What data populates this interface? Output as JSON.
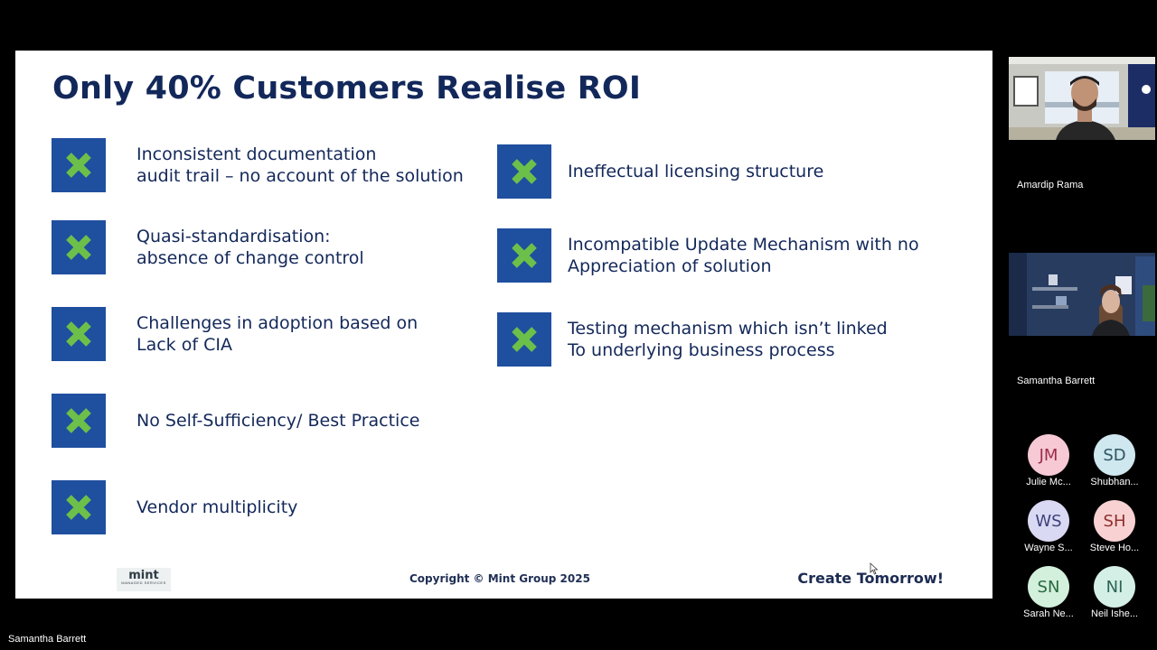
{
  "slide": {
    "title": "Only 40% Customers Realise ROI",
    "left_items": [
      {
        "line1": "Inconsistent documentation",
        "line2": "audit trail – no account of the solution"
      },
      {
        "line1": "Quasi-standardisation:",
        "line2": "absence of change control"
      },
      {
        "line1": "Challenges in adoption based on",
        "line2": "Lack of CIA"
      },
      {
        "line1": "No Self-Sufficiency/ Best Practice",
        "line2": ""
      },
      {
        "line1": "Vendor multiplicity",
        "line2": ""
      }
    ],
    "right_items": [
      {
        "line1": "Ineffectual licensing structure",
        "line2": ""
      },
      {
        "line1": "Incompatible Update Mechanism with no",
        "line2": "Appreciation of solution"
      },
      {
        "line1": "Testing mechanism which isn’t linked",
        "line2": "To underlying business process"
      }
    ],
    "logo": {
      "main": "mint",
      "sub": "MANAGED SERVICES"
    },
    "copyright": "Copyright © Mint Group 2025",
    "tagline": "Create Tomorrow!",
    "icon": "cross-icon",
    "colors": {
      "title": "#13285a",
      "box": "#1f4f9f",
      "cross": "#6cc04a"
    }
  },
  "participants": {
    "video": [
      {
        "name": "Amardip Rama"
      },
      {
        "name": "Samantha Barrett"
      }
    ],
    "avatars": [
      {
        "initials": "JM",
        "name": "Julie Mc...",
        "bg": "#f6c9d4",
        "fg": "#9b2c4a"
      },
      {
        "initials": "SD",
        "name": "Shubhan...",
        "bg": "#cfe7ee",
        "fg": "#2d5563"
      },
      {
        "initials": "WS",
        "name": "Wayne S...",
        "bg": "#d9d9f3",
        "fg": "#3e3f7a"
      },
      {
        "initials": "SH",
        "name": "Steve Ho...",
        "bg": "#f8d2d2",
        "fg": "#8f2e2e"
      },
      {
        "initials": "SN",
        "name": "Sarah Ne...",
        "bg": "#d3f0dc",
        "fg": "#2a6a3f"
      },
      {
        "initials": "NI",
        "name": "Neil Ishe...",
        "bg": "#d4efe6",
        "fg": "#2b6555"
      }
    ]
  },
  "presenter_name": "Samantha Barrett"
}
